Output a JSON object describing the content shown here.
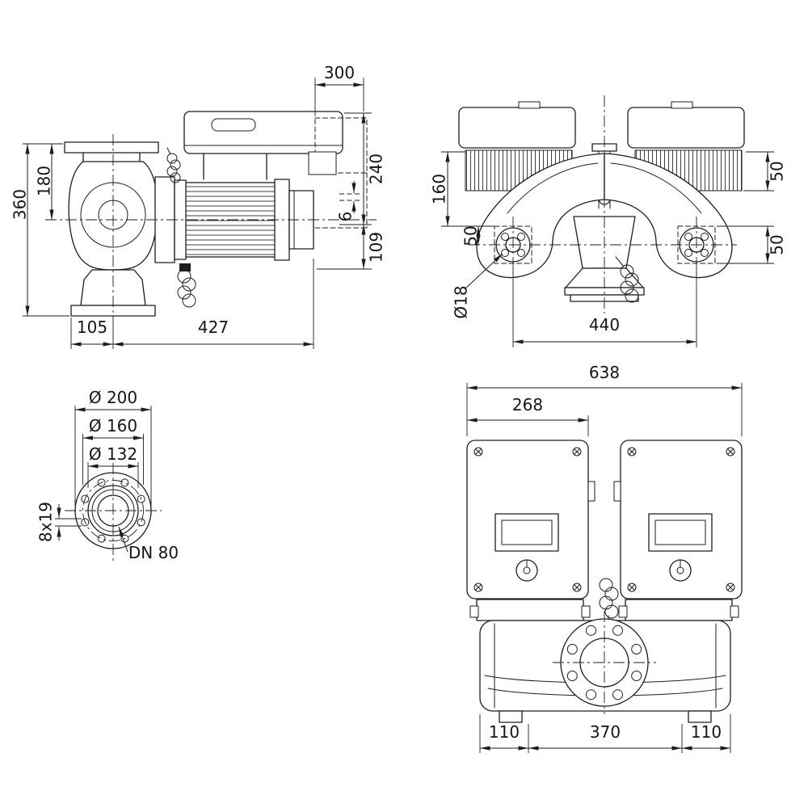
{
  "views": {
    "side": {
      "dims": {
        "d300": "300",
        "d240": "240",
        "d109": "109",
        "d6": "6",
        "d360": "360",
        "d180": "180",
        "d105": "105",
        "d427": "427"
      }
    },
    "front": {
      "dims": {
        "d160": "160",
        "d50top": "50",
        "d50left": "50",
        "d50right": "50",
        "d18": "Ø18",
        "d440": "440"
      }
    },
    "flange": {
      "dims": {
        "d200": "Ø 200",
        "d160": "Ø 160",
        "d132": "Ø 132",
        "d8x19": "8x19",
        "dn": "DN 80"
      }
    },
    "top": {
      "dims": {
        "d638": "638",
        "d268": "268",
        "d110l": "110",
        "d370": "370",
        "d110r": "110"
      }
    }
  }
}
